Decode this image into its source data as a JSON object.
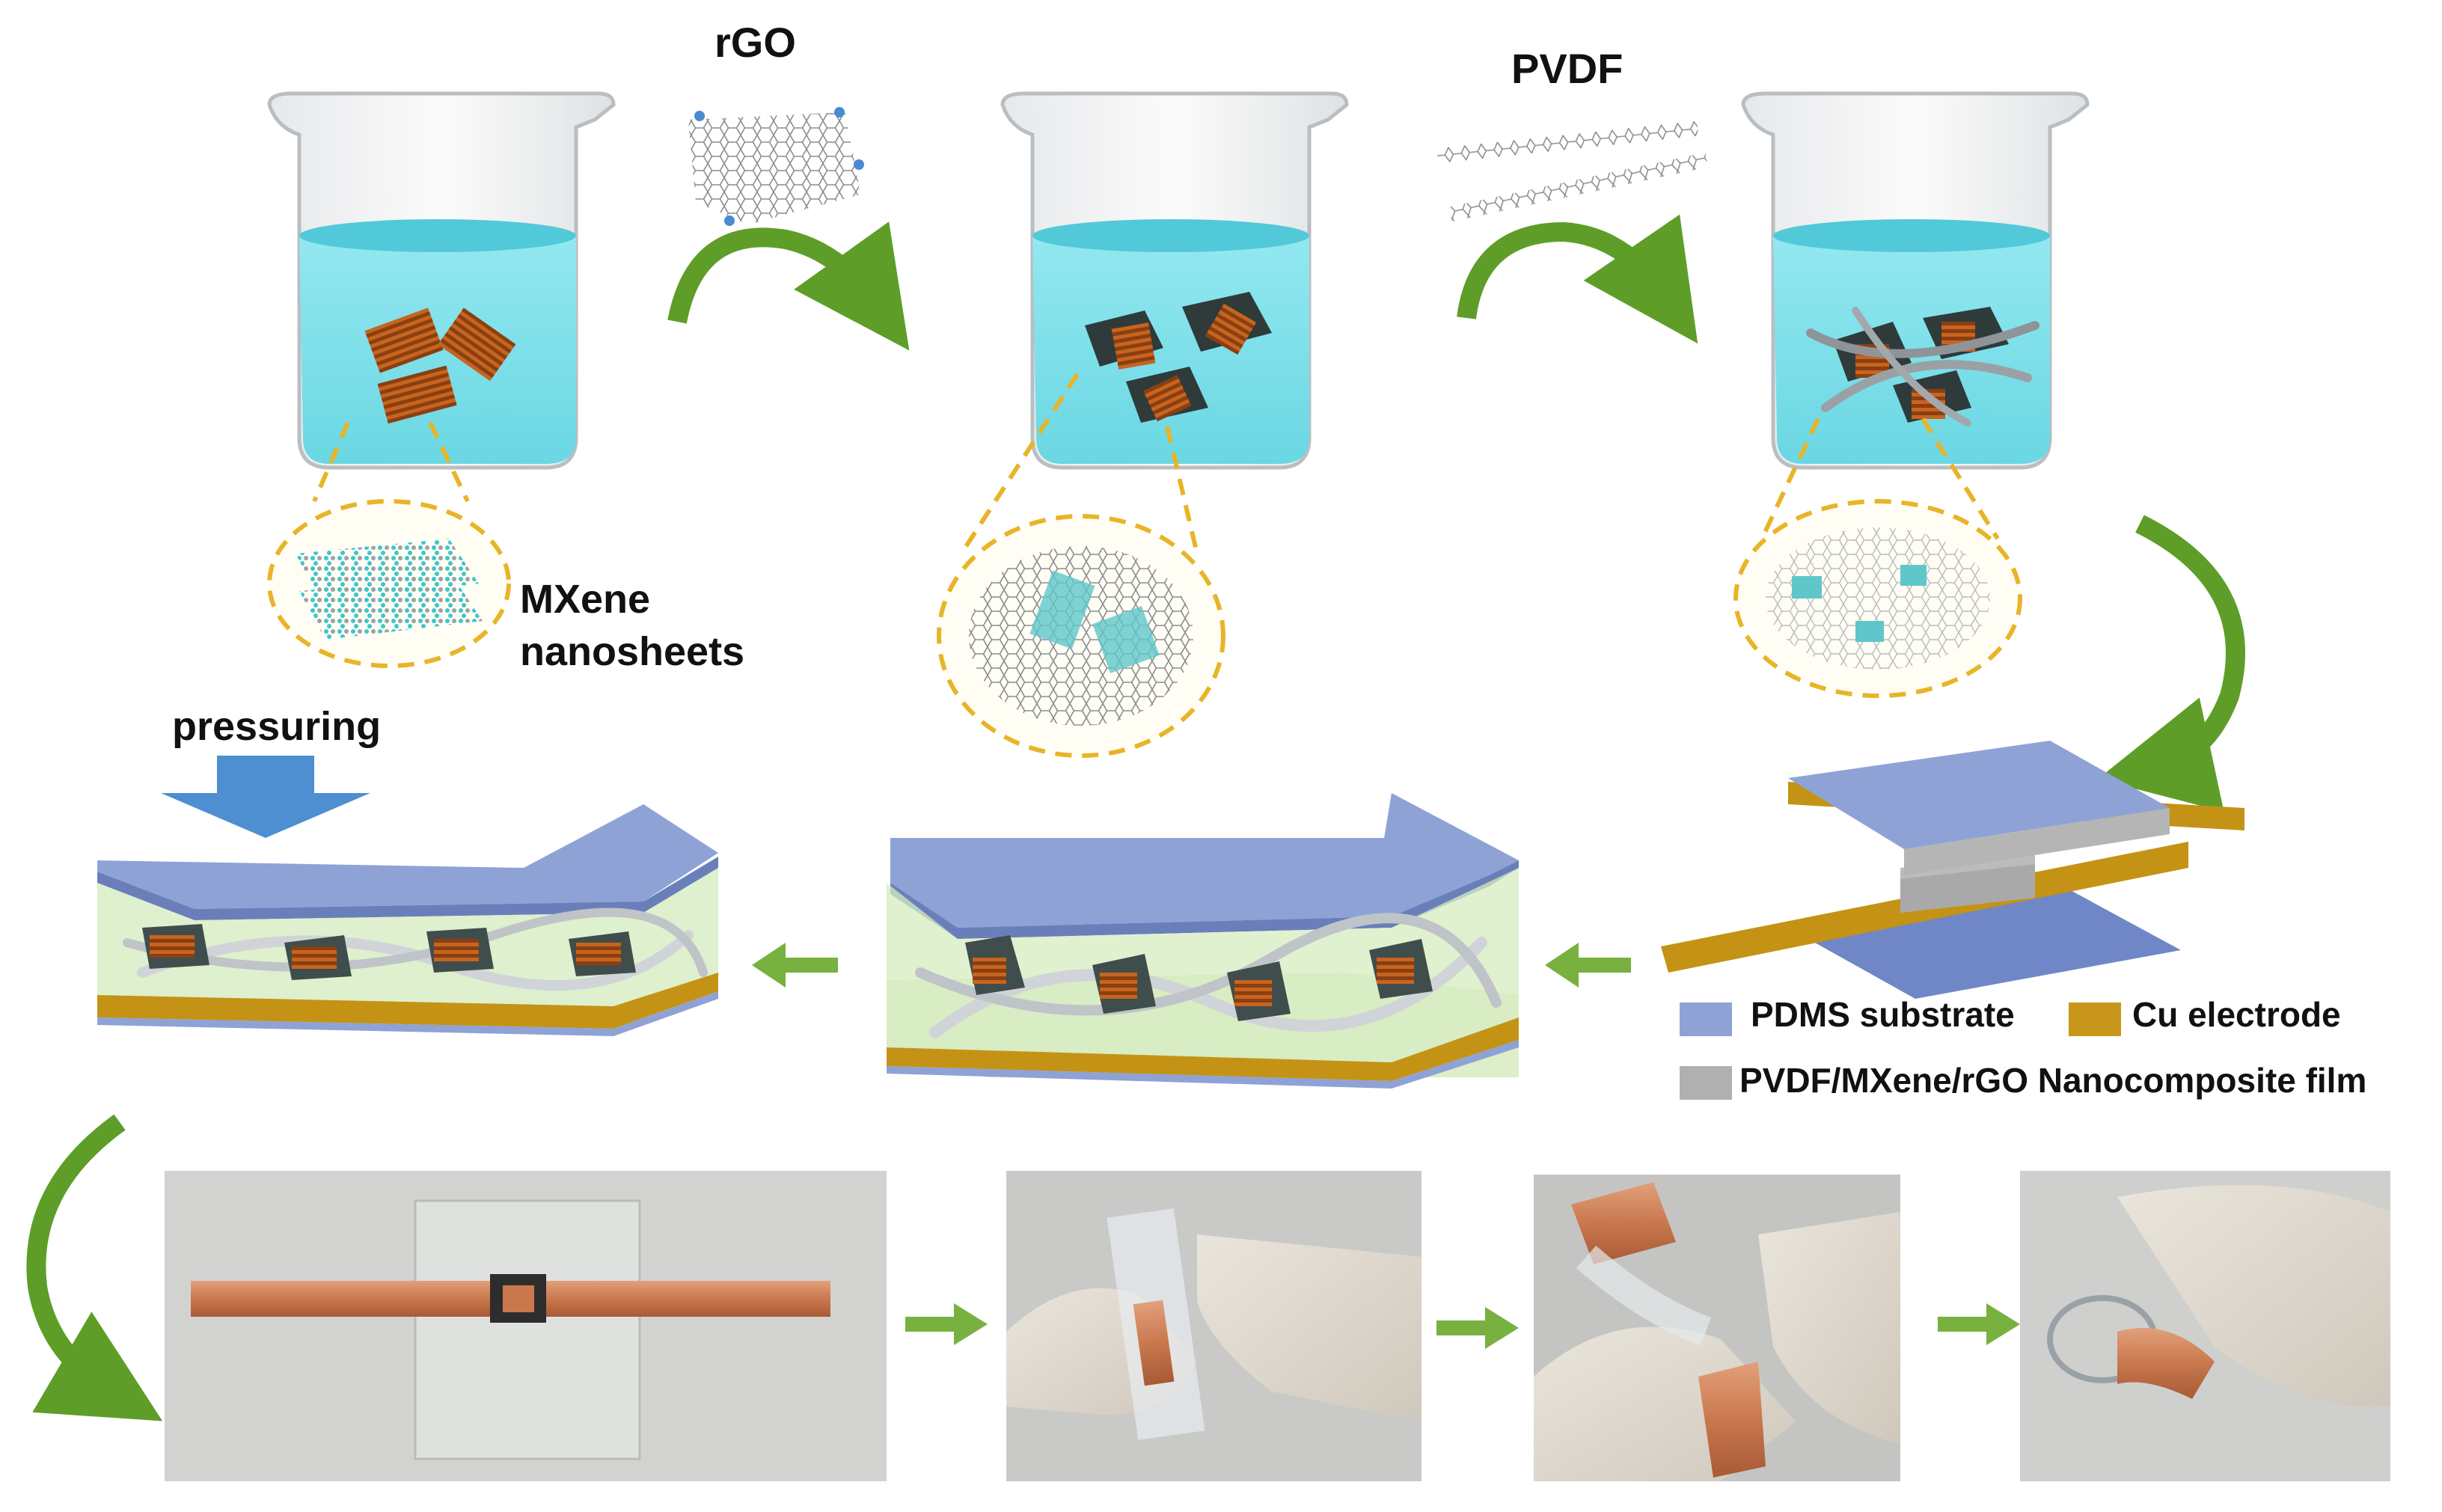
{
  "labels": {
    "rgo": "rGO",
    "pvdf": "PVDF",
    "mxene_line1": "MXene",
    "mxene_line2": "nanosheets",
    "pressuring": "pressuring"
  },
  "legend": {
    "pdms": "PDMS substrate",
    "cu": "Cu electrode",
    "film": "PVDF/MXene/rGO Nanocomposite film"
  },
  "colors": {
    "water": "#7fe0ea",
    "water_top": "#4fc7d6",
    "mxene": "#c8641e",
    "rgo_dark": "#3f4e4c",
    "pdms": "#8ea2d6",
    "cu": "#c8961a",
    "film": "#b0b0b0",
    "green_arrow": "#5e9e28",
    "process_arrow": "#78b13f",
    "press_arrow": "#4d8fd1",
    "dash": "#e8b428"
  },
  "icons": [
    "beaker-icon",
    "curved-arrow-icon",
    "right-arrow-icon",
    "down-arrow-icon"
  ]
}
